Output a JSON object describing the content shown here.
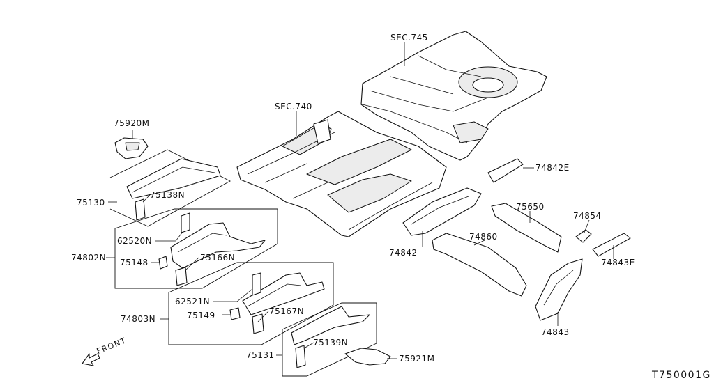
{
  "diagram_id": "T750001G",
  "front_label": "FRONT",
  "labels": {
    "sec745": "SEC.745",
    "sec740": "SEC.740",
    "p75920M": "75920M",
    "p75130": "75130",
    "p75138N": "75138N",
    "p62520N": "62520N",
    "p74802N": "74802N",
    "p75148": "75148",
    "p75166N": "75166N",
    "p62521N": "62521N",
    "p74803N": "74803N",
    "p75149": "75149",
    "p75167N": "75167N",
    "p75131": "75131",
    "p75139N": "75139N",
    "p75921M": "75921M",
    "p74842E": "74842E",
    "p74842": "74842",
    "p74860": "74860",
    "p75650": "75650",
    "p74854": "74854",
    "p74843E": "74843E",
    "p74843": "74843"
  }
}
